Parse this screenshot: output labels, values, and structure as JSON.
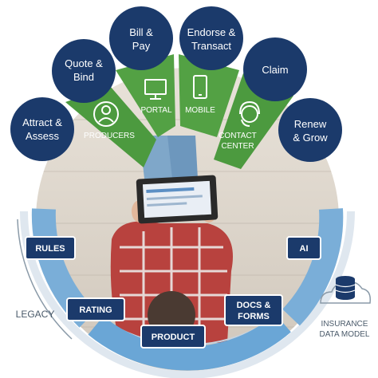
{
  "lifecycle": {
    "nodes": [
      {
        "lines": [
          "Attract &",
          "Assess"
        ]
      },
      {
        "lines": [
          "Quote &",
          "Bind"
        ]
      },
      {
        "lines": [
          "Bill &",
          "Pay"
        ]
      },
      {
        "lines": [
          "Endorse &",
          "Transact"
        ]
      },
      {
        "lines": [
          "Claim"
        ]
      },
      {
        "lines": [
          "Renew",
          "& Grow"
        ]
      }
    ]
  },
  "channels": {
    "producers": "PRODUCERS",
    "portal": "PORTAL",
    "mobile": "MOBILE",
    "contact_center": [
      "CONTACT",
      "CENTER"
    ]
  },
  "components": {
    "rules": "RULES",
    "rating": "RATING",
    "product": "PRODUCT",
    "docs_forms": [
      "DOCS &",
      "FORMS"
    ],
    "ai": "AI"
  },
  "labels": {
    "legacy": "LEGACY",
    "data_model": [
      "INSURANCE",
      "DATA MODEL"
    ]
  },
  "colors": {
    "navy": "#1b3a6b",
    "green": "#4c9a3f",
    "blue_band": "#6aa6d6",
    "ring_light": "#d9e4ee"
  }
}
